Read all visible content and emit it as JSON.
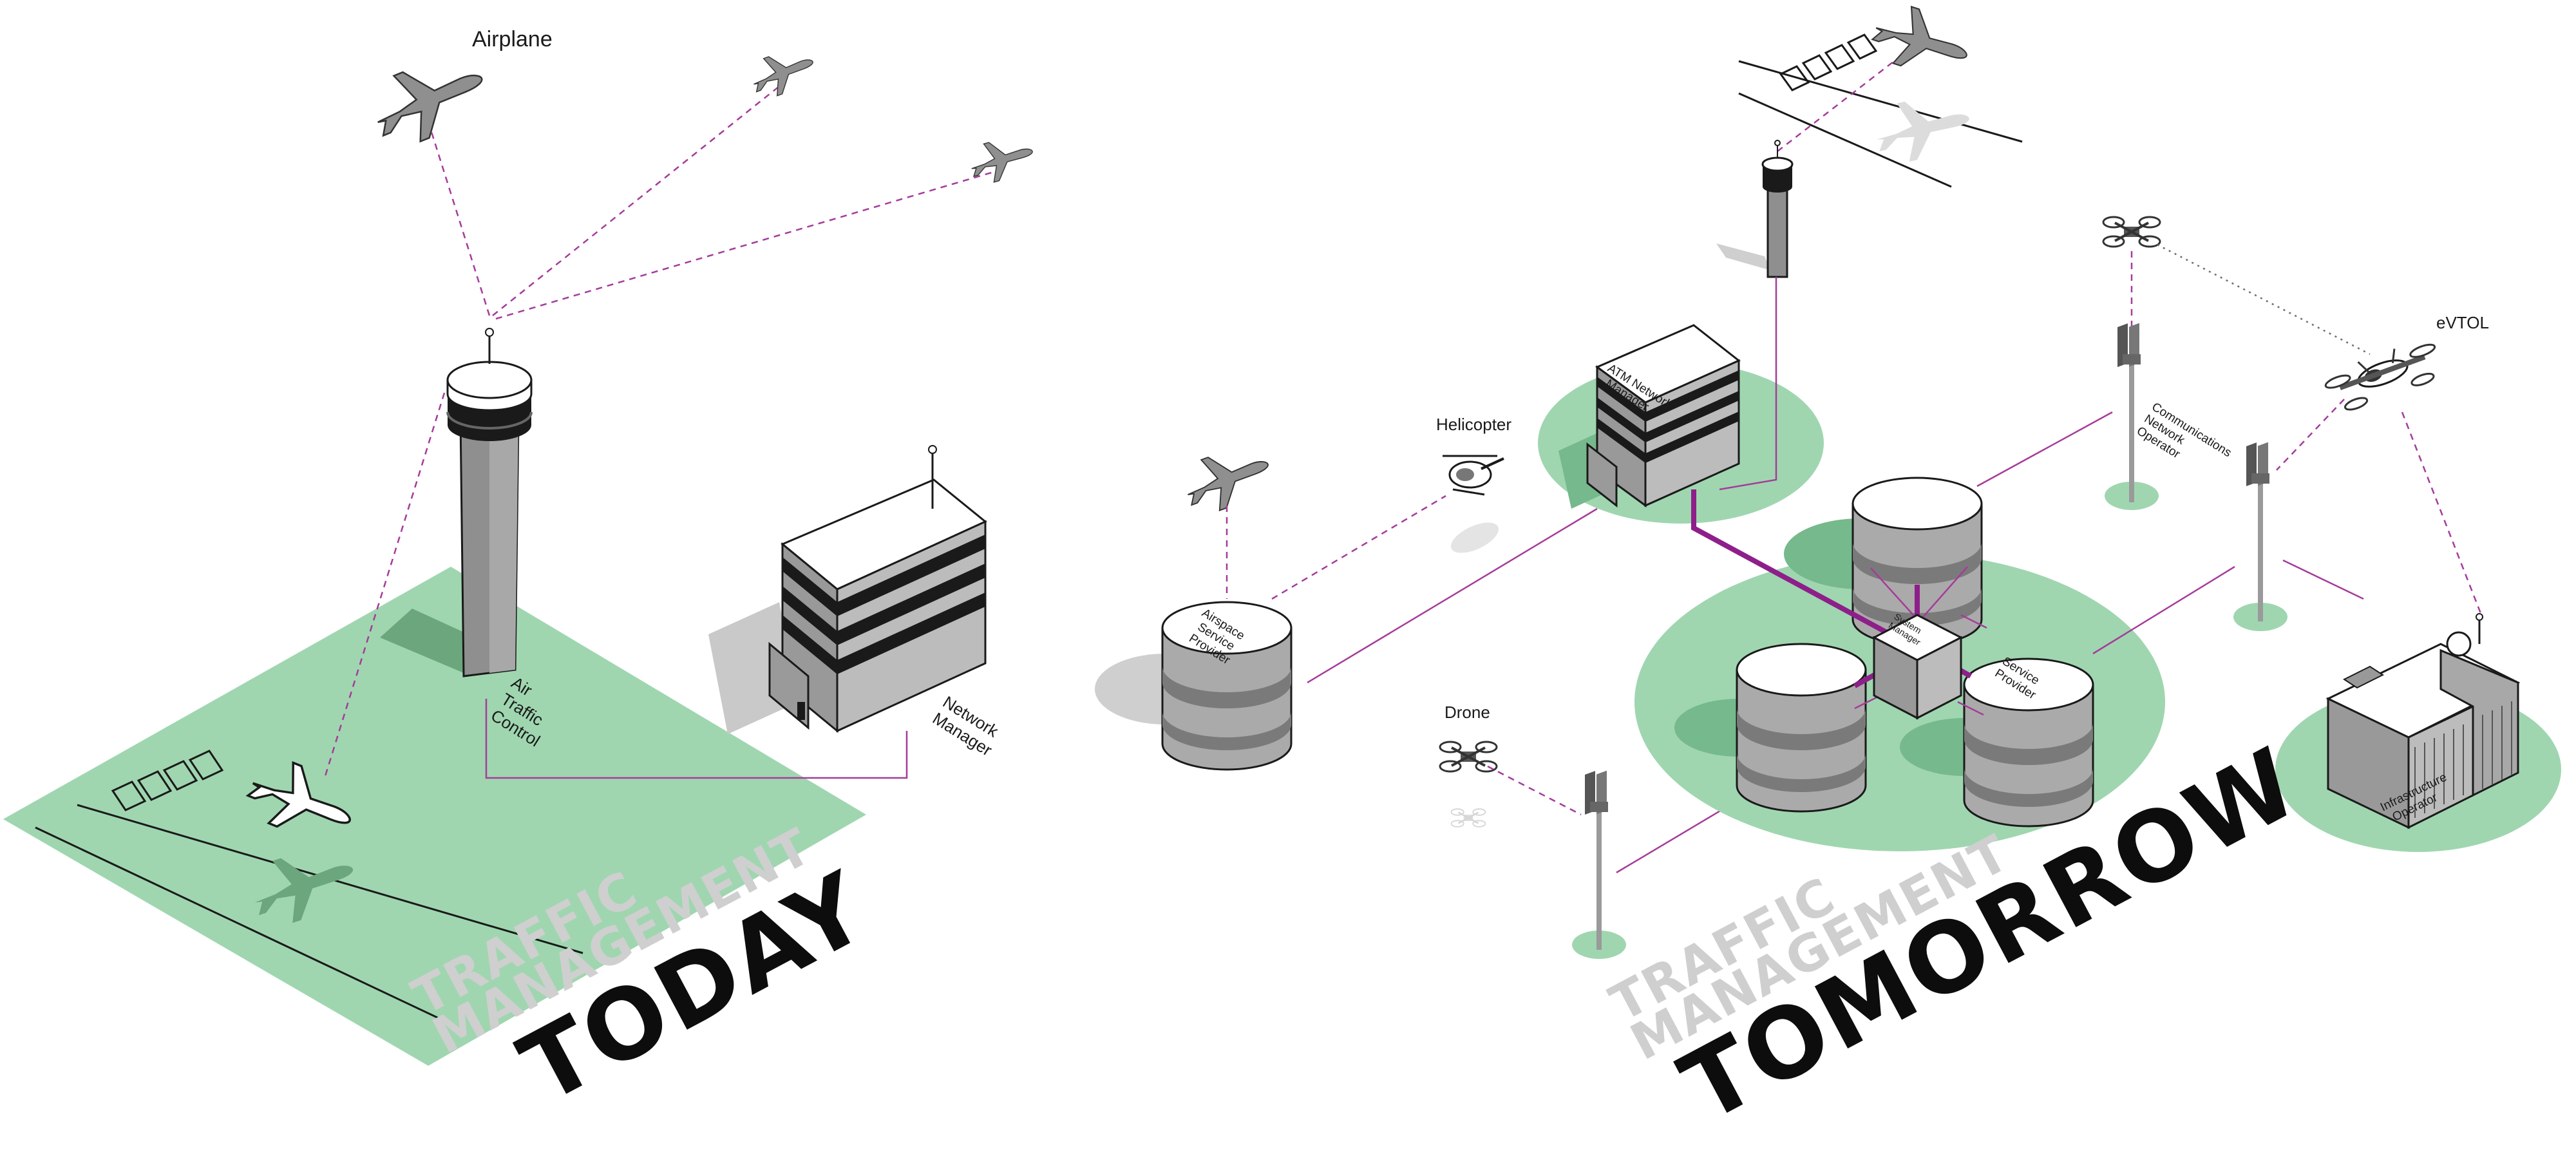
{
  "today": {
    "title_small_1": "TRAFFIC",
    "title_small_2": "MANAGEMENT",
    "title_big": "TODAY",
    "airplane_label": "Airplane",
    "atc_label_1": "Air",
    "atc_label_2": "Traffic",
    "atc_label_3": "Control",
    "nm_label_1": "Network",
    "nm_label_2": "Manager"
  },
  "tomorrow": {
    "title_small_1": "TRAFFIC",
    "title_small_2": "MANAGEMENT",
    "title_big": "TOMORROW",
    "helicopter_label": "Helicopter",
    "drone_label": "Drone",
    "evtol_label": "eVTOL",
    "asp_label_1": "Airspace",
    "asp_label_2": "Service",
    "asp_label_3": "Provider",
    "atm_label_1": "ATM Network",
    "atm_label_2": "Manager",
    "sm_label_1": "System",
    "sm_label_2": "Manager",
    "sp_label_1": "Service",
    "sp_label_2": "Provider",
    "cno_label_1": "Communications",
    "cno_label_2": "Network",
    "cno_label_3": "Operator",
    "io_label_1": "Infrastructure",
    "io_label_2": "Operator"
  },
  "colors": {
    "green": "#9fd6b0",
    "purple": "#a53c9a",
    "dark": "#1a1a1a",
    "gray": "#b8b8b8"
  }
}
